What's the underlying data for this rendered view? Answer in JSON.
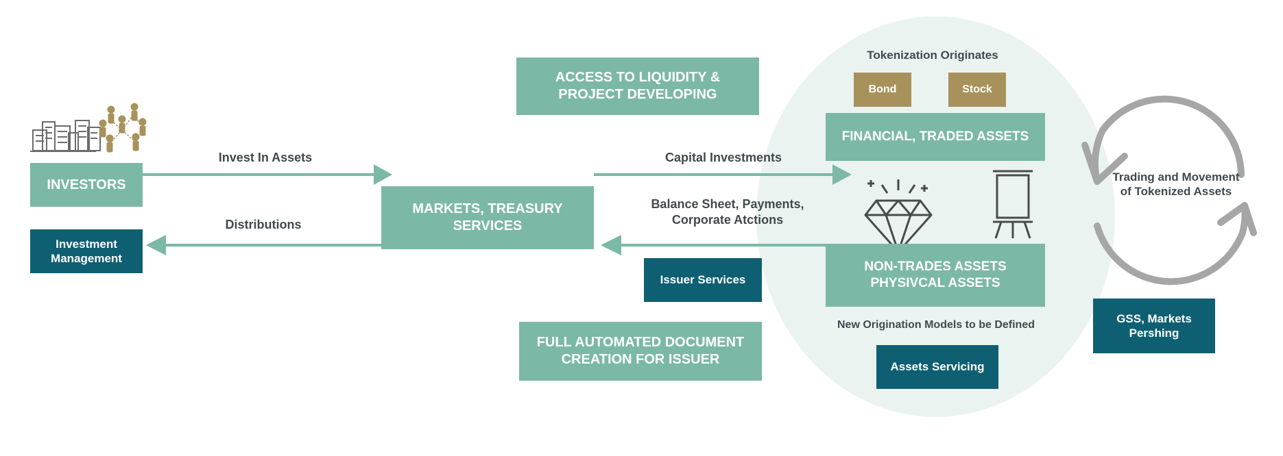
{
  "investors": {
    "title": "INVESTORS",
    "investment_management": "Investment Management"
  },
  "flows": {
    "invest_in_assets": "Invest In Assets",
    "distributions": "Distributions",
    "capital_investments": "Capital Investments",
    "balance_sheet": "Balance Sheet, Payments, Corporate Atctions"
  },
  "markets": {
    "title": "MARKETS, TREASURY SERVICES"
  },
  "top_banner": "ACCESS TO LIQUIDITY & PROJECT DEVELOPING",
  "bottom_banner": "FULL AUTOMATED DOCUMENT CREATION FOR ISSUER",
  "issuer_services": "Issuer Services",
  "tokenization": {
    "heading": "Tokenization Originates",
    "bond": "Bond",
    "stock": "Stock",
    "financial_assets": "FINANCIAL, TRADED ASSETS",
    "non_traded_assets": "NON-TRADES ASSETS PHYSIVCAL ASSETS",
    "new_origination": "New Origination Models to be Defined",
    "assets_servicing": "Assets Servicing"
  },
  "cycle": {
    "label": "Trading and Movement of Tokenized Assets",
    "gss": "GSS, Markets Pershing"
  },
  "icons": [
    "buildings-icon",
    "people-network-icon",
    "diamond-icon",
    "easel-icon",
    "circular-arrows-icon"
  ],
  "colors": {
    "teal": "#7bb8a6",
    "dark_teal": "#0f5f73",
    "gold": "#a8925b",
    "circle_bg": "#eaf3f0",
    "arrow_gray": "#a6a6a6"
  }
}
